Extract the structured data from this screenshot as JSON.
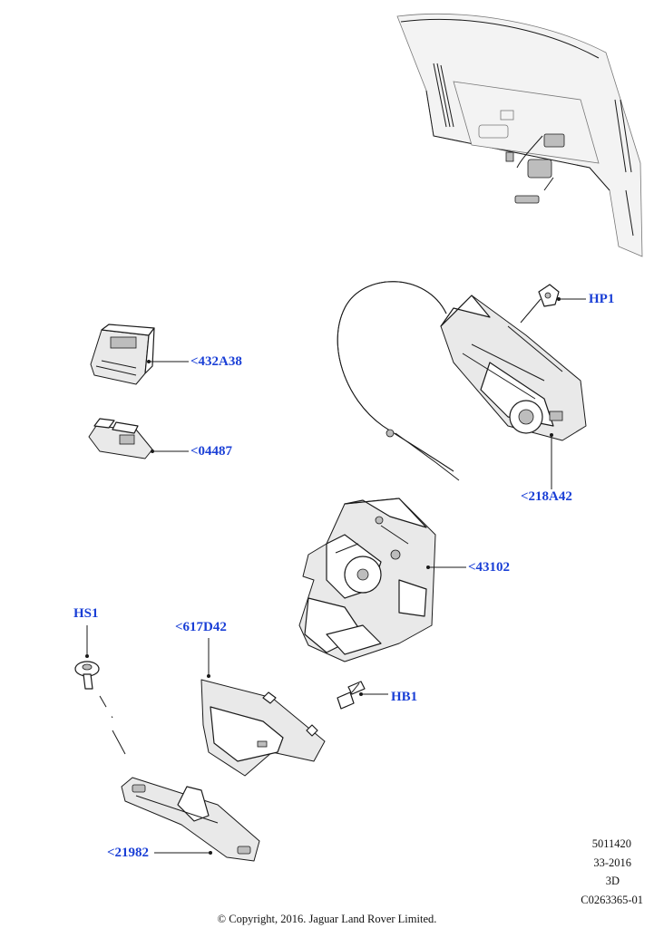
{
  "callouts": {
    "hp1": "HP1",
    "c432a38": "<432A38",
    "c04487": "<04487",
    "c218a42": "<218A42",
    "c43102": "<43102",
    "hs1": "HS1",
    "c617d42": "<617D42",
    "hb1": "HB1",
    "c21982": "<21982"
  },
  "meta": {
    "line1": "5011420",
    "line2": "33-2016",
    "line3": "3D",
    "line4": "C0263365-01"
  },
  "copyright": "© Copyright, 2016. Jaguar Land Rover Limited.",
  "colors": {
    "callout": "#1a3fd6",
    "line": "#1a1a1a"
  }
}
